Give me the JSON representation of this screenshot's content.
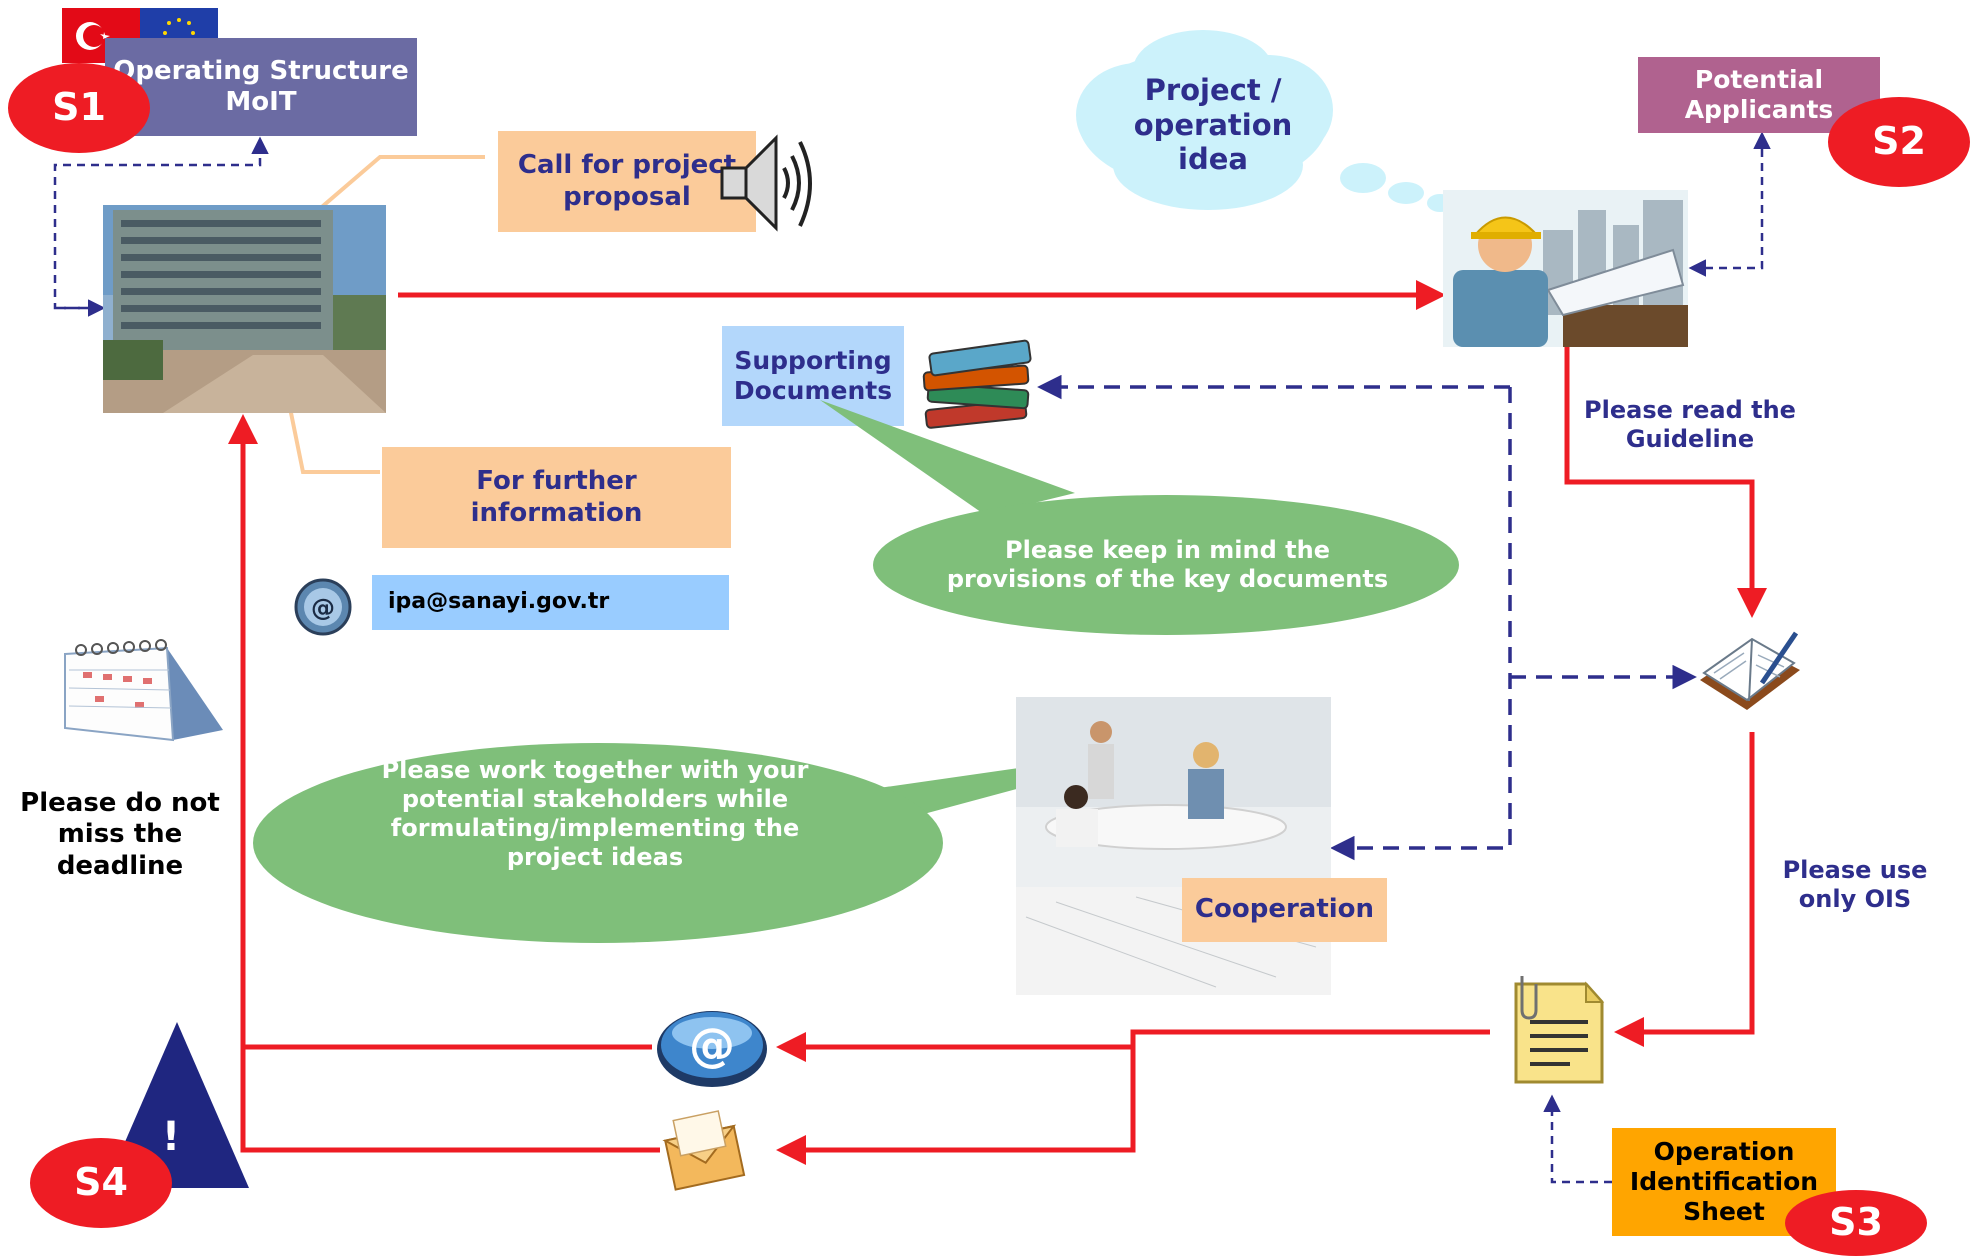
{
  "labels": {
    "operating_structure": "Operating Structure MoIT",
    "call_for_proposal": "Call for project proposal",
    "for_further_information": "For further information",
    "email_address": "ipa@sanayi.gov.tr",
    "supporting_documents": "Supporting Documents",
    "project_idea": "Project / operation idea",
    "potential_applicants": "Potential Applicants",
    "read_guideline": "Please read the Guideline",
    "keep_in_mind": "Please keep in mind the provisions of the key documents",
    "work_together": "Please work together with your potential stakeholders while formulating/implementing the project ideas",
    "cooperation": "Cooperation",
    "use_ois": "Please use only OIS",
    "ois": "Operation Identification Sheet",
    "deadline": "Please do not miss the deadline",
    "warning_mark": "!",
    "email_glyph": "@"
  },
  "steps": {
    "s1": "S1",
    "s2": "S2",
    "s3": "S3",
    "s4": "S4"
  },
  "colors": {
    "flow_arrow": "#ee1c24",
    "dashed_arrow": "#2e2e8c",
    "step_badge": "#ee1c24",
    "operating_box": "#6b6ba3",
    "applicants_box": "#b0628f",
    "peach_box": "#fbcb9a",
    "blue_box": "#b3d7fb",
    "email_box": "#99ccff",
    "green_bubble": "#7fbf7a",
    "cloud": "#ccf2fb",
    "ois_box": "#ffa500",
    "label_text": "#2e2e8c"
  },
  "icons": {
    "turkey_flag": "turkey-flag-icon",
    "eu_flag": "eu-flag-icon",
    "building_photo": "building-photo",
    "speaker": "speaker-icon",
    "books": "books-icon",
    "engineer": "engineer-illustration",
    "notebook": "notebook-icon",
    "meeting_photo": "meeting-photo",
    "document": "document-icon",
    "email_button": "email-button-icon",
    "envelope": "envelope-icon",
    "calendar": "calendar-icon",
    "warning_triangle": "warning-triangle-icon",
    "small_at": "at-sign-icon"
  }
}
